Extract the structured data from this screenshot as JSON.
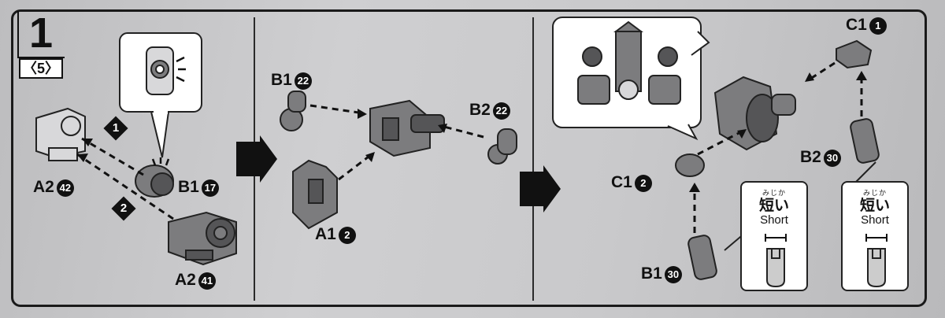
{
  "step": {
    "number": "1",
    "sub_step": "〈5〉"
  },
  "panel1": {
    "labels": {
      "a2_top": {
        "letter": "A2",
        "num": "42"
      },
      "b1": {
        "letter": "B1",
        "num": "17"
      },
      "a2_bottom": {
        "letter": "A2",
        "num": "41"
      }
    },
    "order_marks": [
      "1",
      "2"
    ]
  },
  "panel2": {
    "labels": {
      "b1": {
        "letter": "B1",
        "num": "22"
      },
      "b2": {
        "letter": "B2",
        "num": "22"
      },
      "a1": {
        "letter": "A1",
        "num": "2"
      }
    }
  },
  "panel3": {
    "labels": {
      "c1_top": {
        "letter": "C1",
        "num": "1"
      },
      "c1_mid": {
        "letter": "C1",
        "num": "2"
      },
      "b2": {
        "letter": "B2",
        "num": "30"
      },
      "b1": {
        "letter": "B1",
        "num": "30"
      }
    },
    "short_notes": [
      {
        "ruby": "みじか",
        "kanji": "短い",
        "english": "Short"
      },
      {
        "ruby": "みじか",
        "kanji": "短い",
        "english": "Short"
      }
    ]
  }
}
